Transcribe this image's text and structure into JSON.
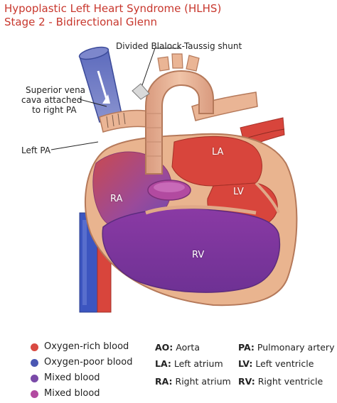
{
  "title": {
    "line1": "Hypoplastic Left Heart Syndrome (HLHS)",
    "line2": "Stage 2 - Bidirectional Glenn"
  },
  "callouts": {
    "shunt": "Divided Blalock-Taussig shunt",
    "svc_line1": "Superior vena",
    "svc_line2": "cava attached",
    "svc_line3": "to right PA",
    "left_pa": "Left PA"
  },
  "chambers": {
    "la": "LA",
    "lv": "LV",
    "ra": "RA",
    "rv": "RV"
  },
  "legend": [
    {
      "label": "Oxygen-rich blood",
      "color": "#d94a42"
    },
    {
      "label": "Oxygen-poor blood",
      "color": "#4a57b3"
    },
    {
      "label": "Mixed blood",
      "color": "#7a4aa8"
    },
    {
      "label": "Mixed blood",
      "color": "#b24aa0"
    }
  ],
  "abbreviations": [
    {
      "abbr": "AO:",
      "text": "Aorta"
    },
    {
      "abbr": "LA:",
      "text": "Left atrium"
    },
    {
      "abbr": "RA:",
      "text": "Right atrium"
    },
    {
      "abbr": "PA:",
      "text": "Pulmonary artery"
    },
    {
      "abbr": "LV:",
      "text": "Left ventricle"
    },
    {
      "abbr": "RV:",
      "text": "Right ventricle"
    }
  ],
  "colors": {
    "title": "#c8372d",
    "heart_outer": "#e9b48f",
    "heart_outline": "#b5795a",
    "oxygen_rich": "#d94a42",
    "oxygen_poor": "#4a57b3",
    "mixed_rv": "#7a3a9c",
    "mixed_light": "#b24aa0",
    "aorta": "#e8b398"
  }
}
